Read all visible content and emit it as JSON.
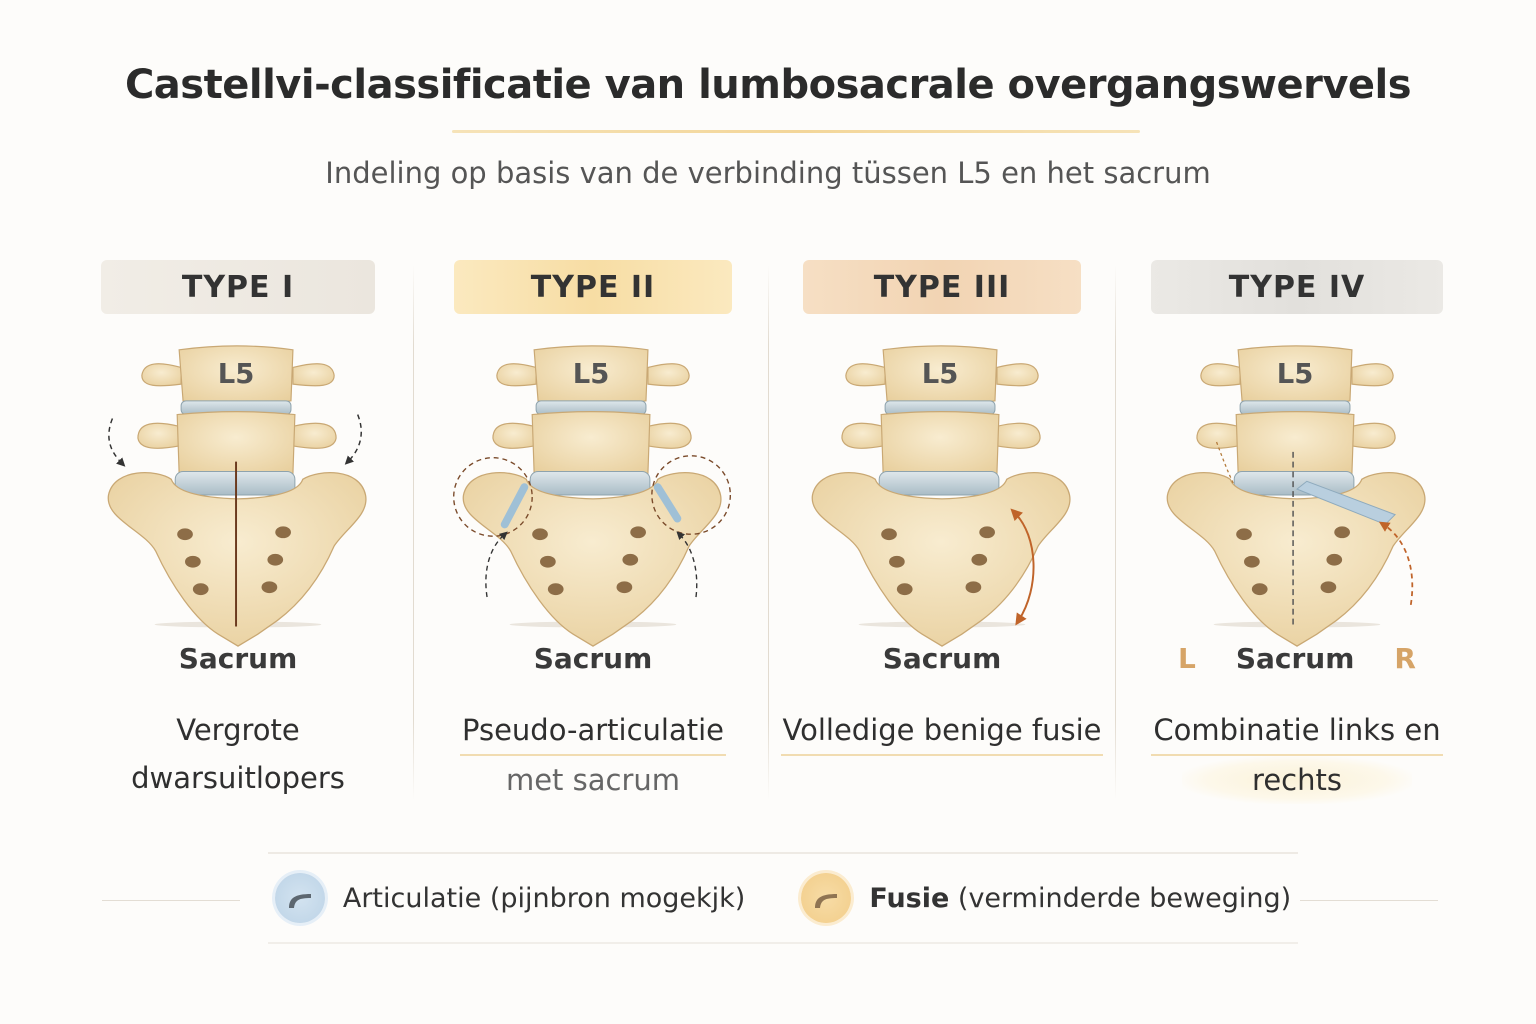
{
  "title": "Castellvi-classificatie van lumbosacrale overgangswervels",
  "subtitle": "Indeling op basis van de verbinding tüssen L5 en het sacrum",
  "vertebra_label": "L5",
  "sacrum_label": "Sacrum",
  "panels": [
    {
      "type": "TYPE I",
      "desc1": "Vergrote",
      "desc2": "dwarsuitlopers",
      "badge_color": "#eeeae3"
    },
    {
      "type": "TYPE II",
      "desc1": "Pseudo-articulatie",
      "desc2": "met sacrum",
      "badge_color": "#f8e3b4"
    },
    {
      "type": "TYPE III",
      "desc1": "Volledige benige fusie",
      "desc2": "",
      "badge_color": "#f4dcc0"
    },
    {
      "type": "TYPE IV",
      "desc1": "Combinatie links en",
      "desc2": "rechts",
      "badge_color": "#e6e4e0",
      "left_label": "L",
      "right_label": "R"
    }
  ],
  "legend": {
    "articulation": {
      "label": "Articulatie",
      "note": "(pijnbron mogekjk)",
      "icon": "articulation-icon",
      "color": "#cfe0ee"
    },
    "fusion": {
      "label": "Fusie",
      "note": "(verminderde beweging)",
      "icon": "fusion-icon",
      "color": "#f6d9a0"
    }
  },
  "colors": {
    "bone": "#f1dfb8",
    "bone_edge": "#c9a874",
    "disc": "#c5d3da",
    "accent_orange": "#c0642a"
  }
}
